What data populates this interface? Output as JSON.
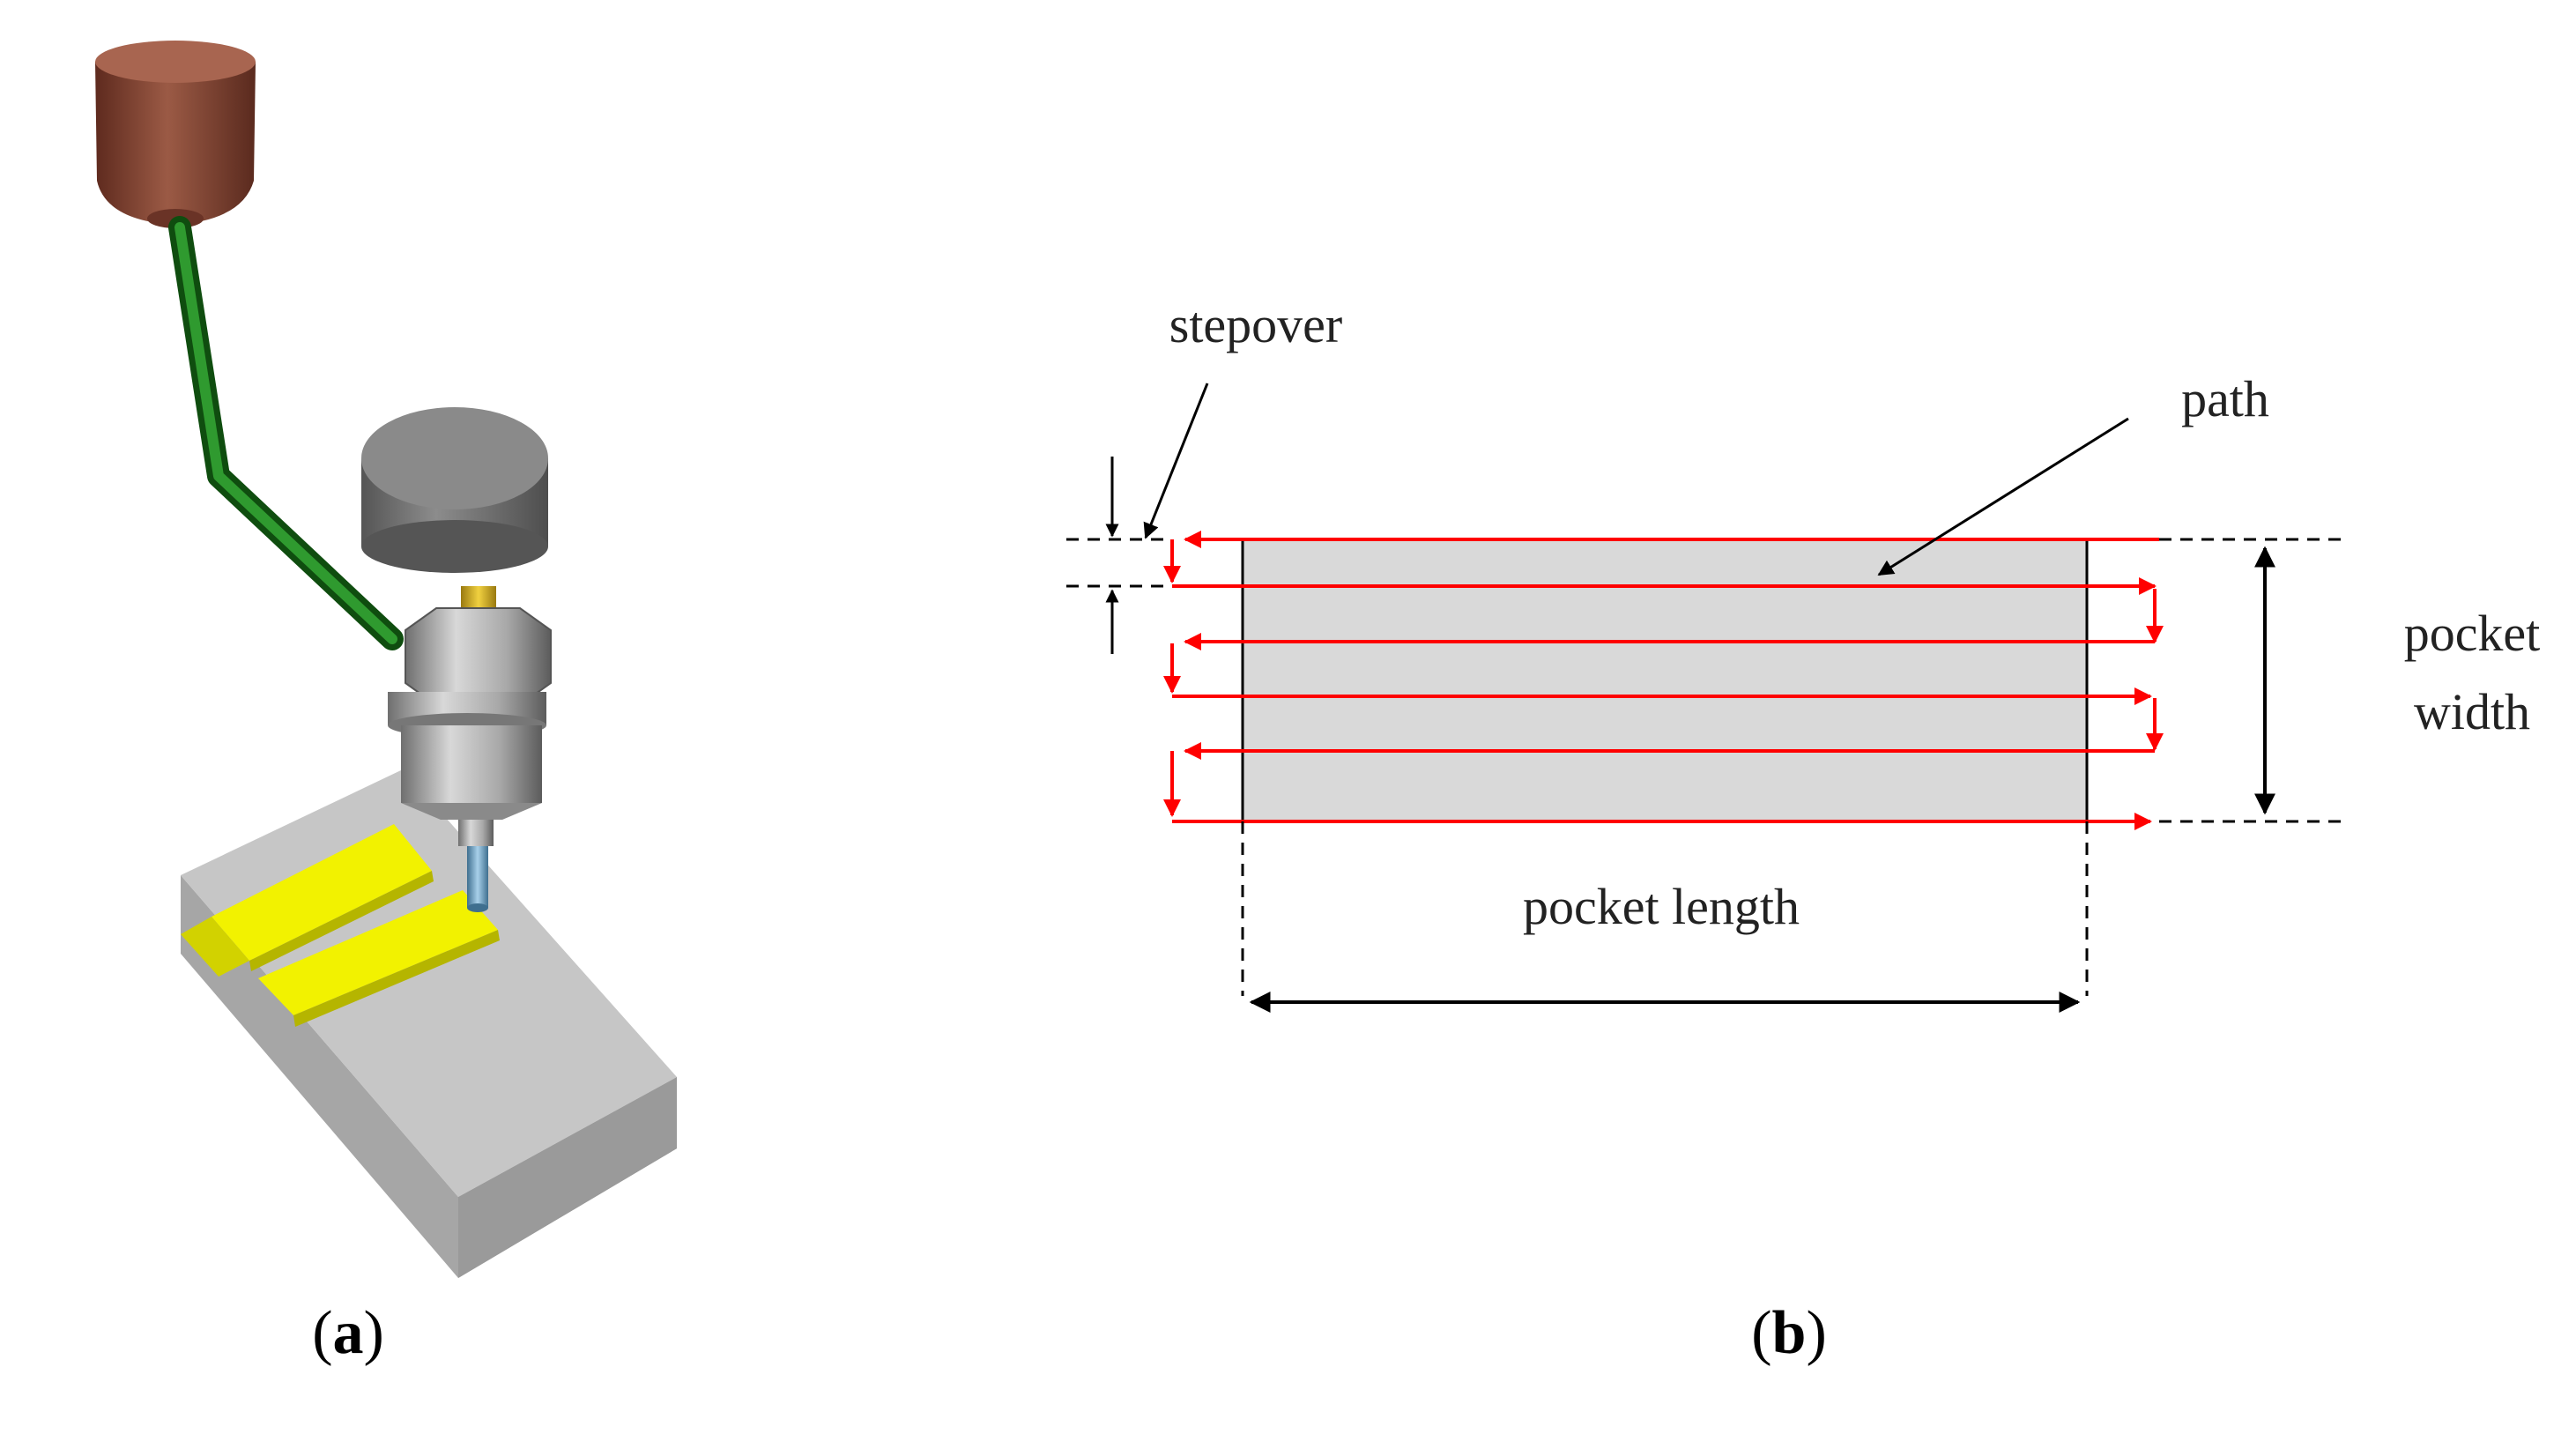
{
  "panel_a": {
    "caption_open": "(",
    "caption_letter": "a",
    "caption_close": ")"
  },
  "panel_b": {
    "caption_open": "(",
    "caption_letter": "b",
    "caption_close": ")",
    "labels": {
      "stepover": "stepover",
      "path": "path",
      "pocket_width_line1": "pocket",
      "pocket_width_line2": "width",
      "pocket_length": "pocket length"
    }
  },
  "colors": {
    "pocket_fill": "#d9d9d9",
    "toolpath": "#ff0000",
    "workpiece_gray": "#b4b4b4",
    "cut_slot_yellow": "#f2f200",
    "spindle_brown": "#8b4a3a",
    "hose_green": "#1e7a1e"
  }
}
